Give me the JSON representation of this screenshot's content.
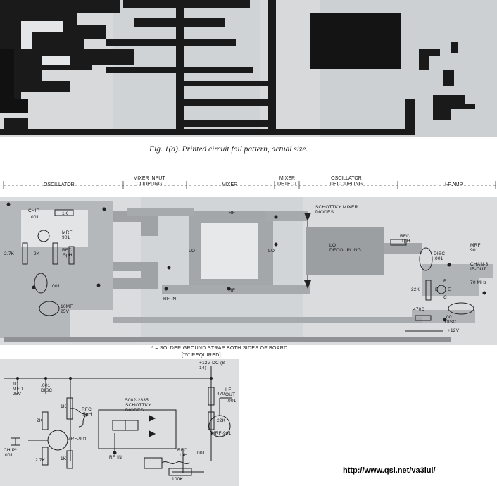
{
  "caption": "Fig. 1(a). Printed circuit foil pattern, actual size.",
  "sections": [
    "OSCILLATOR",
    "MIXER INPUT COUPLING",
    "MIXER",
    "MIXER DETECT",
    "OSCILLATOR DECOUPLING",
    "I-F AMP"
  ],
  "layout_labels": {
    "chip": "CHIP",
    "chip_val": ".001",
    "r1k": "1K",
    "mrf901": "MRF 901",
    "r27k": "2.7K",
    "r2k": "2K",
    "rfc": "RFC .5μH",
    "c001": ".001",
    "c10mf": "10MF 25V",
    "rfin": "RF-IN",
    "lo1": "LO",
    "lo2": "LO",
    "rf1": "RF",
    "rf2": "RF",
    "schottky": "SCHOTTKY MIXER DIODES",
    "lo_decoupling": "LO DECOUPLING",
    "rfc2": "RFC .1μH",
    "disc1": "DISC .001",
    "mrf901b": "MRF 901",
    "chan3": "CHAN-3 IF-OUT",
    "mhz": "70 MHz",
    "r22k": "22K",
    "r470": "470Ω",
    "disc2": ".001 DISC",
    "v12": "+12V",
    "e1": "E",
    "e2": "E",
    "b": "B",
    "c": "C"
  },
  "note1": "* = SOLDER GROUND STRAP BOTH SIDES OF BOARD",
  "note2": "[\"5\" REQUIRED]",
  "schematic_labels": {
    "c10": "10 MFD 25V",
    "disc001": ".001 DISC",
    "v12dc": "+12V DC (8-14)",
    "r470": "470",
    "ifout": "I-F OUT",
    "c001r": ".001",
    "schottky": "5082-2835 SCHOTTKY DIODES",
    "rfc5": "RFC .5μH",
    "r1k_a": "1K",
    "r2k": "2K",
    "mrf901_l": "MRF-901",
    "mrf901_r": "MRF-901",
    "r22k": "22K",
    "rfin": "RF IN",
    "chip": "CHIP* .001",
    "r27k": "2.7K",
    "r1k_b": "1K",
    "rfc1": "RFC .1μH",
    "c001b": ".001",
    "r100k": "100K"
  },
  "url": "http://www.qsl.net/va3iul/"
}
